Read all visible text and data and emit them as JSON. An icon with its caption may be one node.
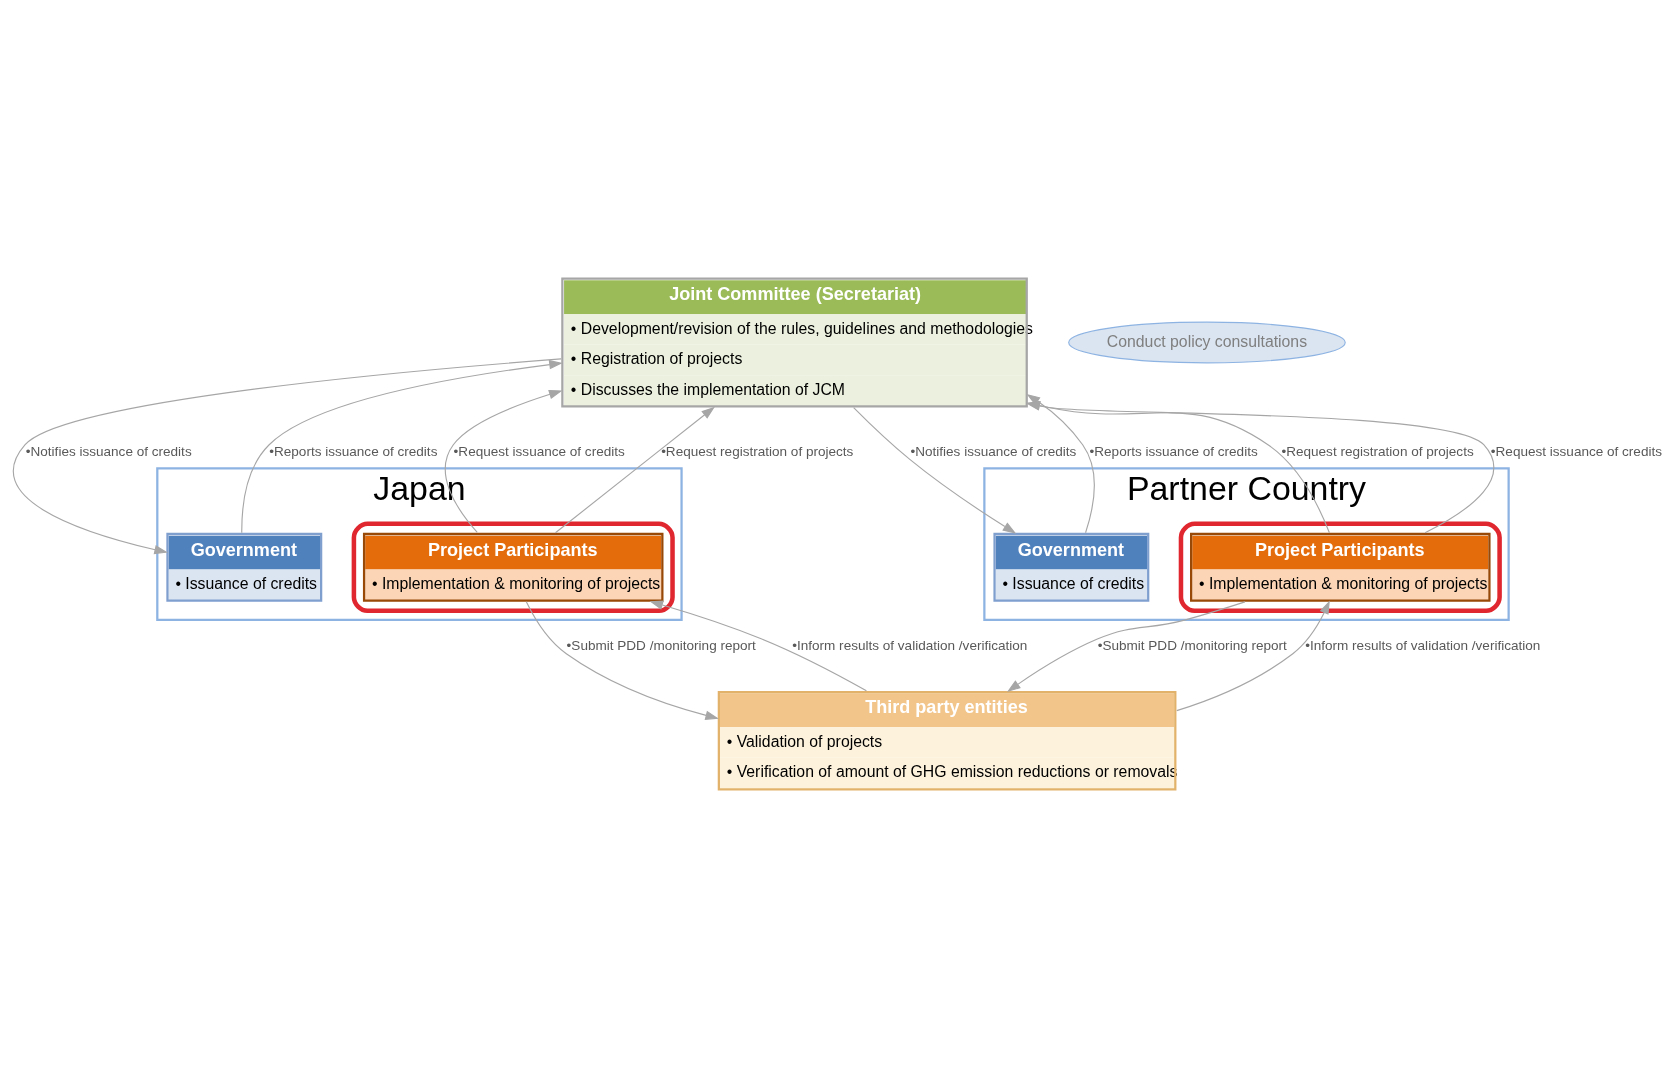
{
  "diagram": {
    "nodes": [
      {
        "text": [
          "Japan"
        ]
      },
      {
        "text": [
          "Government",
          "• Issuance of credits"
        ],
        "in": 0
      },
      {
        "text": [],
        "shape": "box",
        "in": 0
      },
      {
        "text": [
          "Project Participants",
          "• Implementation & monitoring of projects"
        ],
        "in": 2
      },
      {
        "text": [
          "Partner Country"
        ]
      },
      {
        "text": [
          "Government",
          "• Issuance of credits"
        ],
        "in": 4
      },
      {
        "text": [],
        "shape": "box",
        "in": 4
      },
      {
        "text": [
          "Project Participants",
          "• Implementation & monitoring of projects"
        ],
        "in": 6
      },
      {
        "text": [
          "Joint Committee (Secretariat)",
          "• Development/revision of the rules, guidelines and methodologies",
          "• Registration of projects",
          "• Discusses the implementation of JCM"
        ]
      },
      {
        "text": [
          "Conduct policy consultations"
        ]
      },
      {
        "text": [
          "Third party entities",
          "• Validation of projects",
          "• Verification of amount of GHG emission reductions or removals"
        ]
      }
    ],
    "edges": [
      {
        "from": 8,
        "to": 1,
        "arrow": "to",
        "label": "•Notifies issuance of credits"
      },
      {
        "from": 1,
        "to": 8,
        "arrow": "to",
        "label": "•Reports issuance of credits"
      },
      {
        "from": 8,
        "to": 5,
        "arrow": "to",
        "label": "•Notifies issuance of credits"
      },
      {
        "from": 5,
        "to": 8,
        "arrow": "to",
        "label": "•Reports issuance of credits"
      },
      {
        "from": 3,
        "to": 8,
        "arrow": "to",
        "label": "•Request issuance of credits"
      },
      {
        "from": 3,
        "to": 8,
        "arrow": "to",
        "label": "•Request registration of projects"
      },
      {
        "from": 7,
        "to": 8,
        "arrow": "to",
        "label": "•Request registration of projects"
      },
      {
        "from": 7,
        "to": 8,
        "arrow": "to",
        "label": "•Request issuance of credits"
      },
      {
        "from": 3,
        "to": 10,
        "arrow": "to",
        "label": "•Submit PDD /monitoring report"
      },
      {
        "from": 10,
        "to": 3,
        "arrow": "to",
        "label": "•Inform results of validation /verification"
      },
      {
        "from": 7,
        "to": 10,
        "arrow": "to",
        "label": "•Submit PDD /monitoring report"
      },
      {
        "from": 10,
        "to": 7,
        "arrow": "to",
        "label": "•Inform results of validation /verification"
      }
    ]
  }
}
